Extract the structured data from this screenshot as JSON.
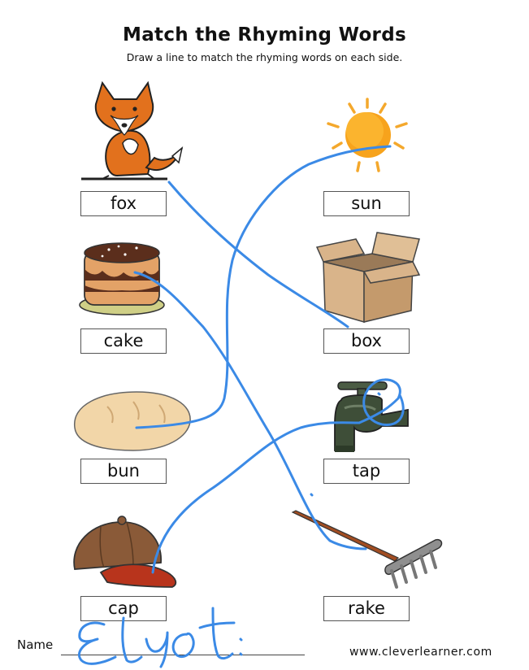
{
  "worksheet": {
    "title": "Match the Rhyming Words",
    "instructions": "Draw a line to match the rhyming words on each side.",
    "left_words": [
      "fox",
      "cake",
      "bun",
      "cap"
    ],
    "right_words": [
      "sun",
      "box",
      "tap",
      "rake"
    ],
    "name_label": "Name",
    "handwritten_name": "Elyot:",
    "website": "www.cleverlearner.com"
  },
  "pen_color": "#3b8ae6",
  "icons": [
    "fox-icon",
    "cake-icon",
    "bread-icon",
    "cap-icon",
    "sun-icon",
    "box-icon",
    "tap-icon",
    "rake-icon"
  ]
}
